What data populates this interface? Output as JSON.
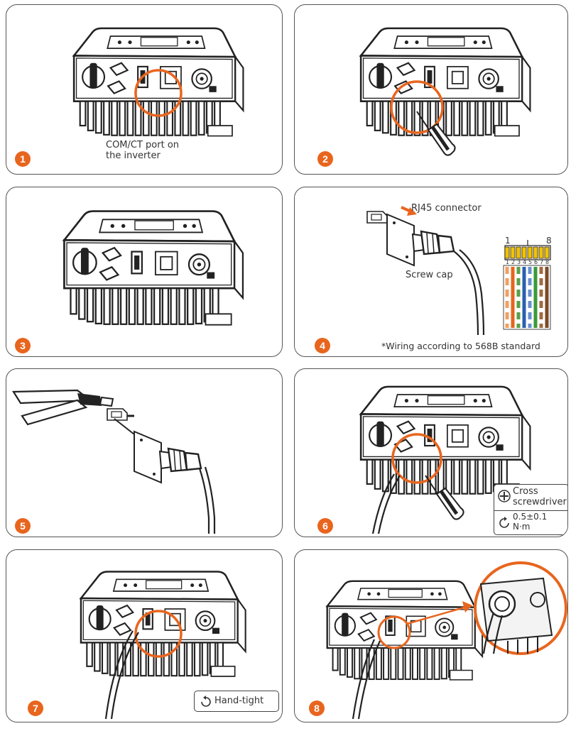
{
  "colors": {
    "accent": "#e8651e",
    "outline": "#2a2a2a",
    "panel_border": "#555555"
  },
  "steps": [
    {
      "number": "1",
      "caption_line1": "COM/CT port on",
      "caption_line2": "the inverter"
    },
    {
      "number": "2"
    },
    {
      "number": "3"
    },
    {
      "number": "4",
      "connector_label": "RJ45 connector",
      "cap_label": "Screw cap",
      "pin_first": "1",
      "pin_last": "8",
      "pin_numbers": [
        "1",
        "2",
        "3",
        "4",
        "5",
        "6",
        "7",
        "8"
      ],
      "standard_note": "*Wiring according to 568B standard"
    },
    {
      "number": "5"
    },
    {
      "number": "6",
      "tool_label_line1": "Cross",
      "tool_label_line2": "screwdriver",
      "torque_line1": "0.5±0.1",
      "torque_line2": "N·m"
    },
    {
      "number": "7",
      "tighten_label": "Hand-tight"
    },
    {
      "number": "8"
    }
  ],
  "icons": [
    "inverter-icon",
    "screwdriver-icon",
    "rj45-plug-icon",
    "crimper-icon",
    "cross-screwdriver-icon",
    "rotate-icon",
    "magnifier-circle-icon"
  ]
}
